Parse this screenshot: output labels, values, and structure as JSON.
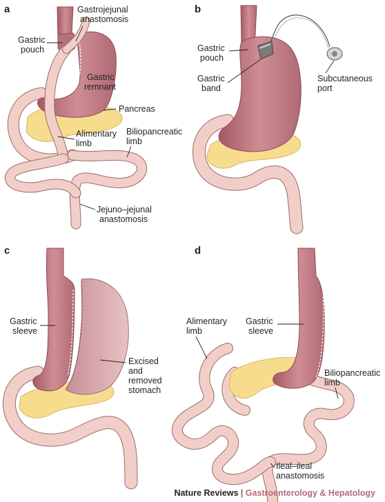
{
  "panels": {
    "a": {
      "letter": "a",
      "labels": {
        "gastrojejunal": [
          "Gastrojejunal",
          "anastomosis"
        ],
        "gastric_pouch": [
          "Gastric",
          "pouch"
        ],
        "gastric_remnant": [
          "Gastric",
          "remnant"
        ],
        "pancreas": [
          "Pancreas"
        ],
        "alimentary_limb": [
          "Alimentary",
          "limb"
        ],
        "biliopancreatic_limb": [
          "Biliopancreatic",
          "limb"
        ],
        "jejuno_jejunal": [
          "Jejuno–jejunal",
          "anastomosis"
        ]
      }
    },
    "b": {
      "letter": "b",
      "labels": {
        "gastric_pouch": [
          "Gastric",
          "pouch"
        ],
        "gastric_band": [
          "Gastric",
          "band"
        ],
        "subcutaneous_port": [
          "Subcutaneous",
          "port"
        ]
      }
    },
    "c": {
      "letter": "c",
      "labels": {
        "gastric_sleeve": [
          "Gastric",
          "sleeve"
        ],
        "excised_stomach": [
          "Excised",
          "and",
          "removed",
          "stomach"
        ]
      }
    },
    "d": {
      "letter": "d",
      "labels": {
        "alimentary_limb": [
          "Alimentary",
          "limb"
        ],
        "gastric_sleeve": [
          "Gastric",
          "sleeve"
        ],
        "biliopancreatic_limb": [
          "Biliopancreatic",
          "limb"
        ],
        "ileal_ileal": [
          "Ileal–ileal",
          "anastomosis"
        ]
      }
    }
  },
  "footer": {
    "brand": "Nature Reviews",
    "separator": "|",
    "journal": "Gastroenterology & Hepatology"
  },
  "colors": {
    "stomach": "#b8717c",
    "stomach_light": "#d9a6ab",
    "intestine": "#f1cfc8",
    "intestine_outline": "#9a6a66",
    "pancreas": "#f7dc8e",
    "journal_accent": "#b36b7c"
  }
}
